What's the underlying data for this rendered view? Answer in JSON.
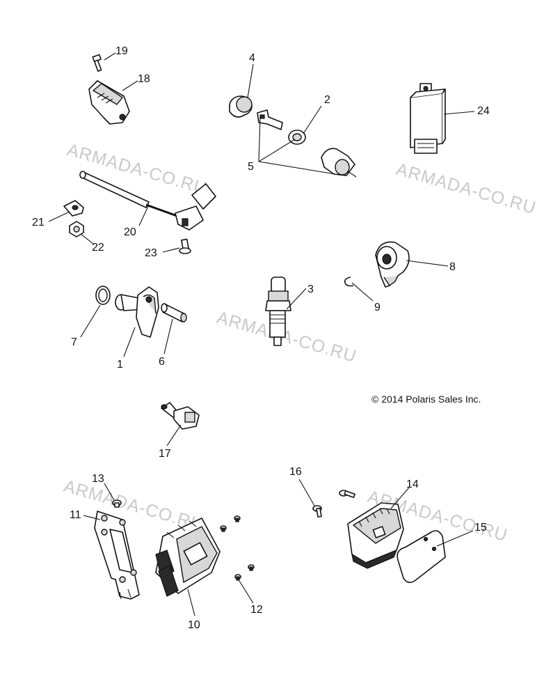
{
  "watermarks": [
    "ARMADA-CO.RU",
    "ARMADA-CO.RU",
    "ARMADA-CO.RU",
    "ARMADA-CO.RU",
    "ARMADA-CO.RU"
  ],
  "copyright": "© 2014 Polaris Sales Inc.",
  "callouts": {
    "c1": "1",
    "c2": "2",
    "c3": "3",
    "c4": "4",
    "c5": "5",
    "c6": "6",
    "c7": "7",
    "c8": "8",
    "c9": "9",
    "c10": "10",
    "c11": "11",
    "c12": "12",
    "c13": "13",
    "c14": "14",
    "c15": "15",
    "c16": "16",
    "c17": "17",
    "c18": "18",
    "c19": "19",
    "c20": "20",
    "c21": "21",
    "c22": "22",
    "c23": "23",
    "c24": "24"
  }
}
